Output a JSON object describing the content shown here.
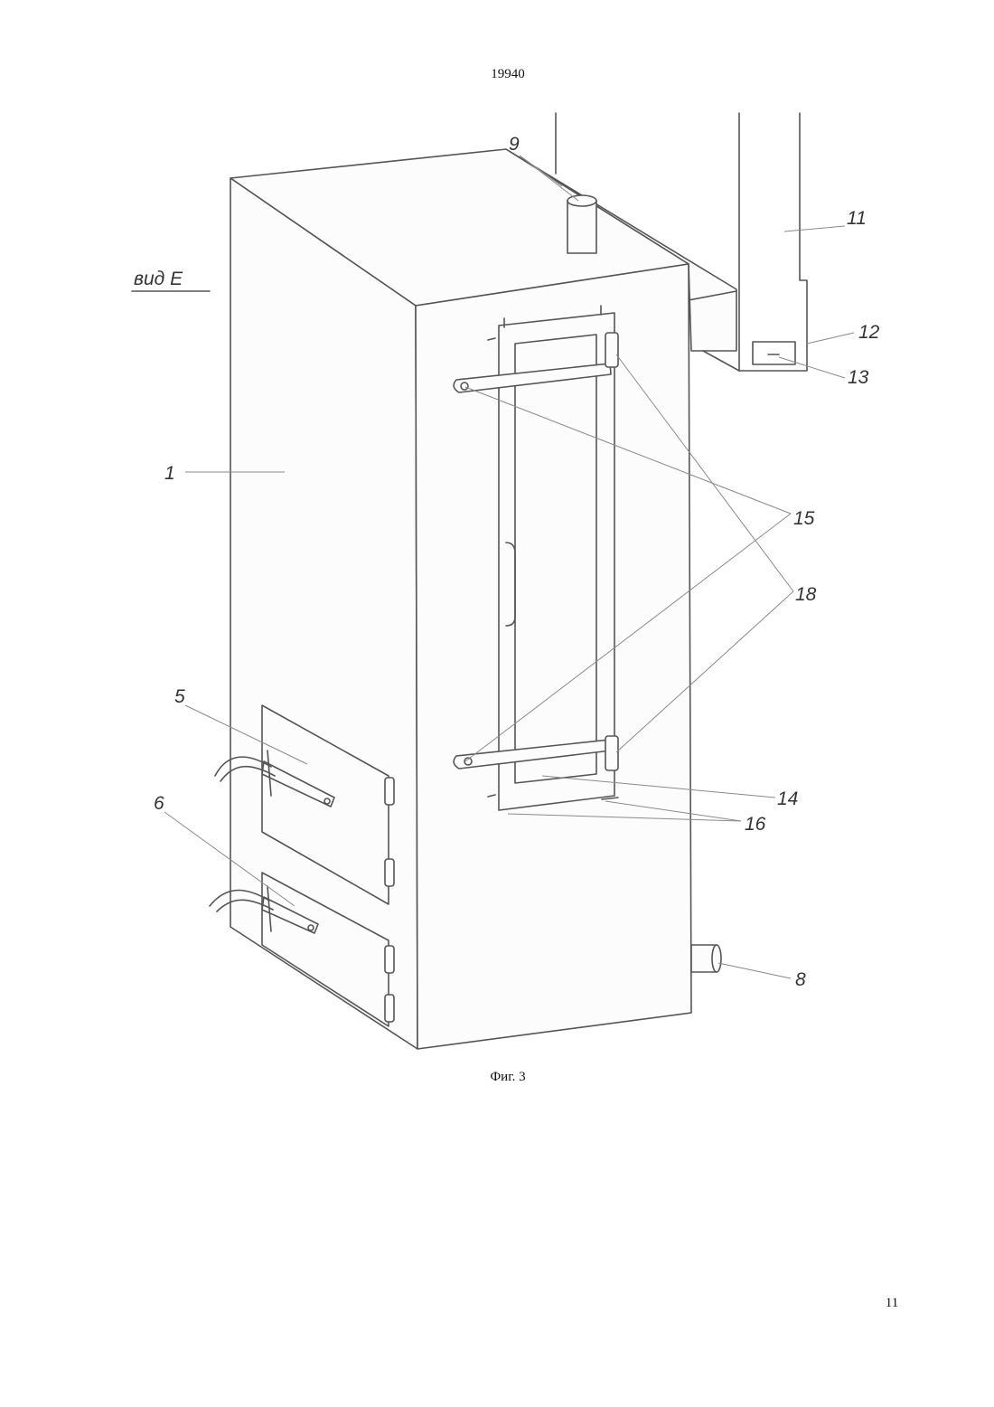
{
  "document": {
    "number": "19940",
    "page_number": "11"
  },
  "figure": {
    "caption": "Фиг. 3",
    "view_label": "вид Е",
    "callouts": [
      "9",
      "11",
      "12",
      "13",
      "1",
      "15",
      "18",
      "5",
      "6",
      "14",
      "16",
      "8"
    ]
  }
}
